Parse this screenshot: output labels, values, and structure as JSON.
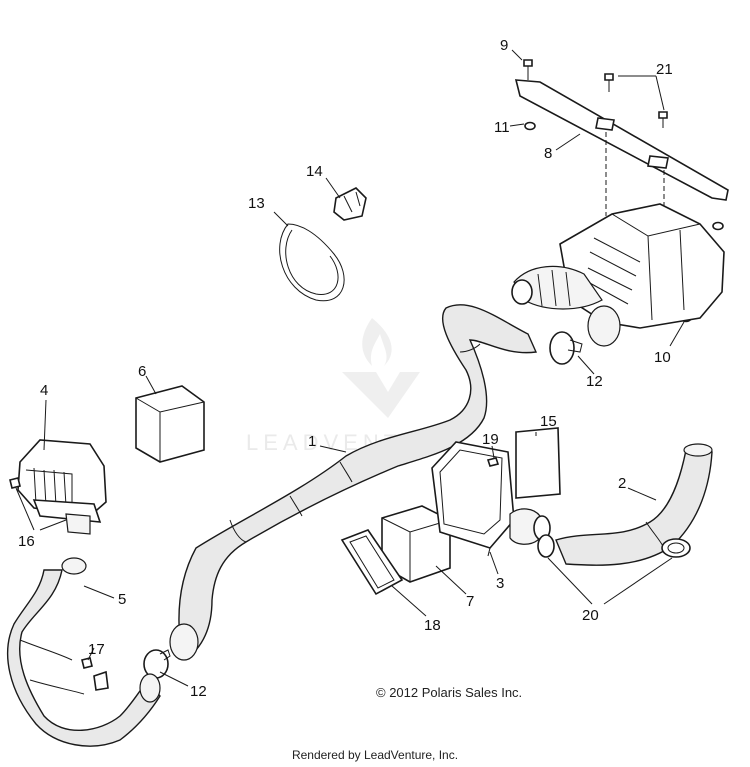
{
  "callouts": {
    "c1": "1",
    "c2": "2",
    "c3": "3",
    "c4": "4",
    "c5": "5",
    "c6": "6",
    "c7": "7",
    "c8": "8",
    "c9": "9",
    "c10": "10",
    "c11": "11",
    "c12a": "12",
    "c12b": "12",
    "c13": "13",
    "c14": "14",
    "c15": "15",
    "c16": "16",
    "c17": "17",
    "c18": "18",
    "c19": "19",
    "c20": "20",
    "c21": "21"
  },
  "watermark": {
    "text": "LEADVENTURE"
  },
  "footer": {
    "copyright": "© 2012 Polaris Sales Inc.",
    "rendered_by": "Rendered by LeadVenture, Inc."
  },
  "colors": {
    "line": "#1a1a1a",
    "hose_fill": "#e9e9e9",
    "watermark": "#d9d9d9"
  }
}
